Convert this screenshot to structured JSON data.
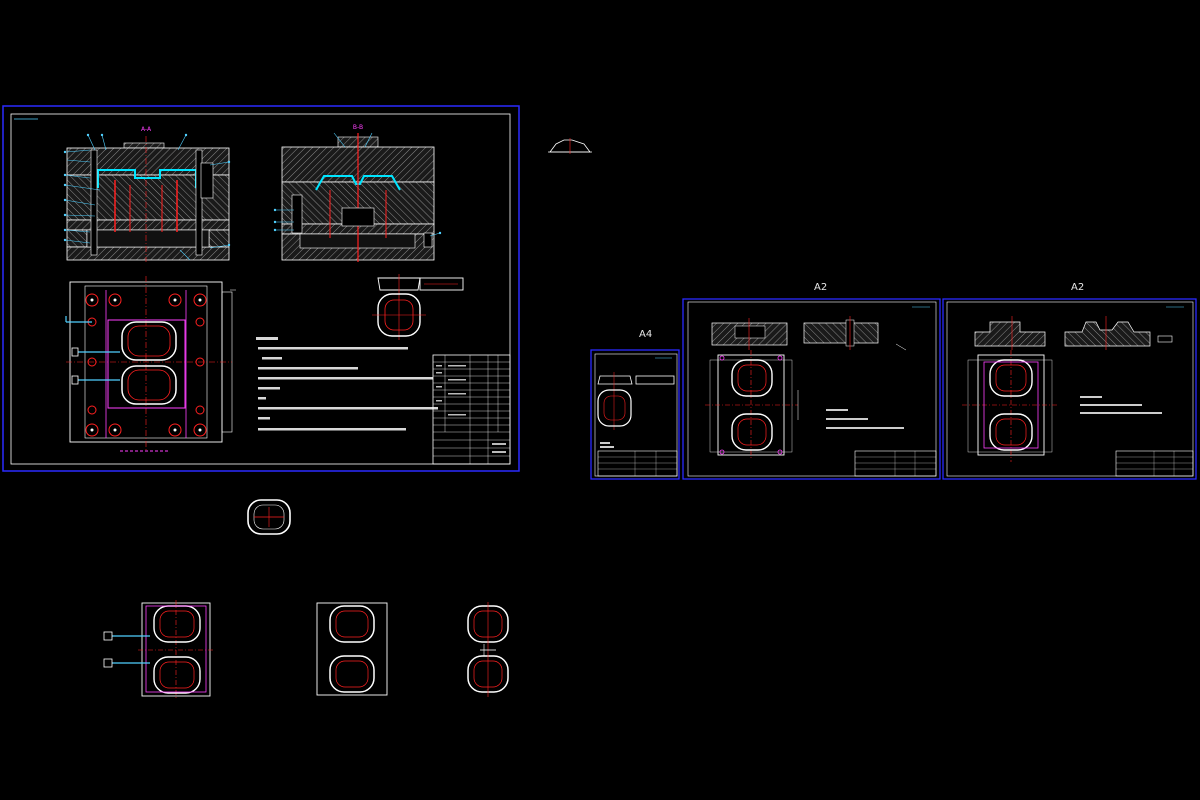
{
  "sheets": {
    "a4_label": "A4",
    "a2_label_1": "A2",
    "a2_label_2": "A2"
  },
  "section_labels": {
    "left": "A-A",
    "right": "B-B"
  },
  "colors": {
    "background": "#000000",
    "frame": "#2a2aff",
    "outline": "#ffffff",
    "centerline": "#ff2020",
    "leader": "#4fd0ff",
    "cyan": "#00e5ff",
    "magenta": "#ff40ff",
    "hatch": "#9a9a9a"
  }
}
